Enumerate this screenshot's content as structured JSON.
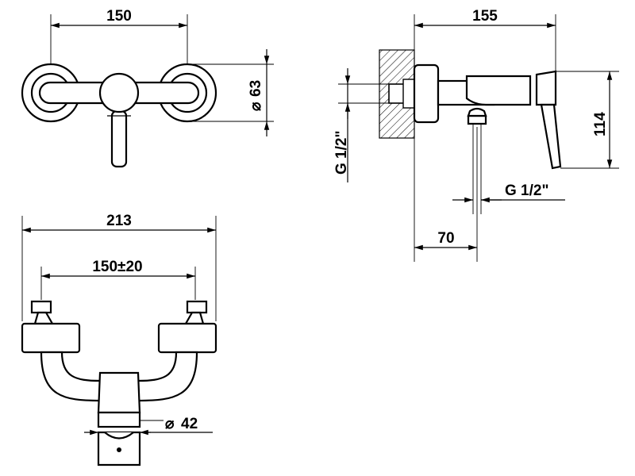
{
  "drawing": {
    "front_view": {
      "width_label": "150",
      "diameter_symbol": "⌀",
      "diameter_label": "63"
    },
    "side_view": {
      "depth_label": "155",
      "height_label": "114",
      "inlet_thread_label": "G 1/2\"",
      "outlet_thread_label": "G 1/2\"",
      "outlet_offset_label": "70"
    },
    "top_view": {
      "overall_width_label": "213",
      "centers_label": "150±20",
      "diameter_symbol": "⌀",
      "diameter_label": "42"
    }
  }
}
